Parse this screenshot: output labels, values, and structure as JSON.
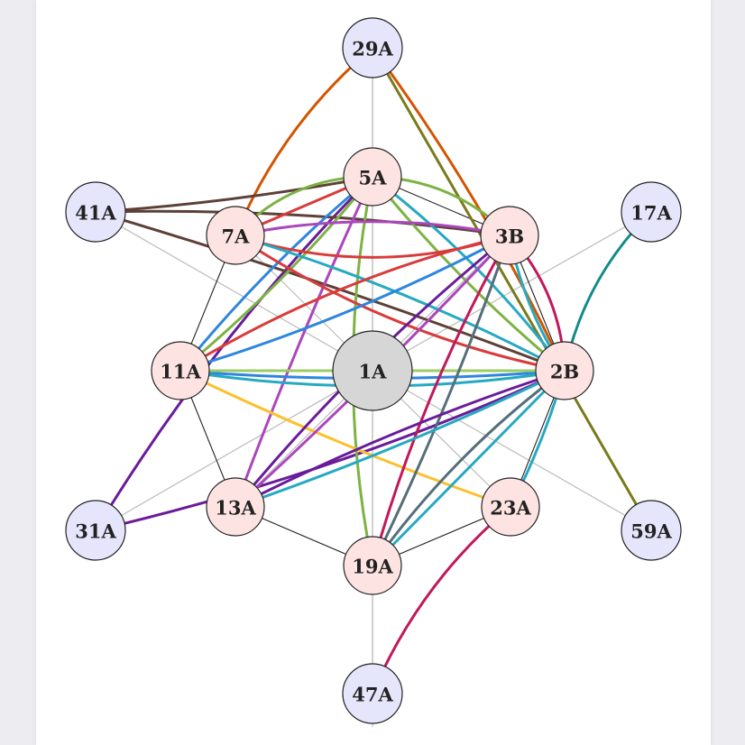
{
  "diagram": {
    "nodes": [
      {
        "id": "1A",
        "label": "1A",
        "kind": "center"
      },
      {
        "id": "29A",
        "label": "29A",
        "kind": "outer"
      },
      {
        "id": "17A",
        "label": "17A",
        "kind": "outer"
      },
      {
        "id": "59A",
        "label": "59A",
        "kind": "outer"
      },
      {
        "id": "47A",
        "label": "47A",
        "kind": "outer"
      },
      {
        "id": "31A",
        "label": "31A",
        "kind": "outer"
      },
      {
        "id": "41A",
        "label": "41A",
        "kind": "outer"
      },
      {
        "id": "5A",
        "label": "5A",
        "kind": "inner"
      },
      {
        "id": "3B",
        "label": "3B",
        "kind": "inner"
      },
      {
        "id": "2B",
        "label": "2B",
        "kind": "inner"
      },
      {
        "id": "23A",
        "label": "23A",
        "kind": "inner"
      },
      {
        "id": "19A",
        "label": "19A",
        "kind": "inner"
      },
      {
        "id": "13A",
        "label": "13A",
        "kind": "inner"
      },
      {
        "id": "11A",
        "label": "11A",
        "kind": "inner"
      },
      {
        "id": "7A",
        "label": "7A",
        "kind": "inner"
      }
    ],
    "colors": {
      "center_fill": "#d6d6d6",
      "outer_fill": "#e5e6fb",
      "inner_fill": "#fde3e2",
      "node_stroke": "#222222",
      "spoke": "#bbbbbb",
      "ring": "#222222"
    },
    "spokes": [
      [
        "1A",
        "29A"
      ],
      [
        "1A",
        "47A"
      ],
      [
        "1A",
        "41A"
      ],
      [
        "1A",
        "17A"
      ],
      [
        "1A",
        "31A"
      ],
      [
        "1A",
        "59A"
      ],
      [
        "1A",
        "11A"
      ],
      [
        "1A",
        "2B"
      ],
      [
        "1A",
        "3B"
      ],
      [
        "1A",
        "13A"
      ],
      [
        "1A",
        "23A"
      ],
      [
        "1A",
        "7A"
      ]
    ],
    "ring": [
      [
        "5A",
        "3B"
      ],
      [
        "3B",
        "2B"
      ],
      [
        "2B",
        "23A"
      ],
      [
        "23A",
        "19A"
      ],
      [
        "19A",
        "13A"
      ],
      [
        "13A",
        "11A"
      ],
      [
        "11A",
        "7A"
      ],
      [
        "7A",
        "5A"
      ]
    ],
    "edges": [
      {
        "from": "29A",
        "to": "7A",
        "color": "#d35400",
        "bend": 0.12
      },
      {
        "from": "29A",
        "to": "2B",
        "color": "#d35400",
        "bend": -0.05
      },
      {
        "from": "29A",
        "to": "59A",
        "color": "#7a7a1c",
        "bend": 0.0
      },
      {
        "from": "17A",
        "to": "2B",
        "color": "#138a8a",
        "bend": 0.15
      },
      {
        "from": "47A",
        "to": "23A",
        "color": "#c2185b",
        "bend": -0.12
      },
      {
        "from": "31A",
        "to": "5A",
        "color": "#6a1b9a",
        "bend": -0.06
      },
      {
        "from": "31A",
        "to": "2B",
        "color": "#6a1b9a",
        "bend": 0.05
      },
      {
        "from": "41A",
        "to": "5A",
        "color": "#5d4037",
        "bend": 0.03
      },
      {
        "from": "41A",
        "to": "3B",
        "color": "#5d4037",
        "bend": -0.04
      },
      {
        "from": "41A",
        "to": "2B",
        "color": "#5d4037",
        "bend": -0.02
      },
      {
        "from": "5A",
        "to": "7A",
        "color": "#7cb342",
        "bend": 0.22
      },
      {
        "from": "5A",
        "to": "3B",
        "color": "#7cb342",
        "bend": -0.2
      },
      {
        "from": "5A",
        "to": "2B",
        "color": "#7cb342",
        "bend": 0.05
      },
      {
        "from": "5A",
        "to": "19A",
        "color": "#7cb342",
        "bend": 0.1
      },
      {
        "from": "5A",
        "to": "11A",
        "color": "#7cb342",
        "bend": -0.05
      },
      {
        "from": "5A",
        "to": "13A",
        "color": "#ab47bc",
        "bend": 0.02
      },
      {
        "from": "5A",
        "to": "2B",
        "color": "#26a9c1",
        "bend": -0.07
      },
      {
        "from": "5A",
        "to": "11A",
        "color": "#2e86de",
        "bend": 0.05
      },
      {
        "from": "7A",
        "to": "3B",
        "color": "#d93b3b",
        "bend": 0.16
      },
      {
        "from": "7A",
        "to": "3B",
        "color": "#ab47bc",
        "bend": -0.1
      },
      {
        "from": "7A",
        "to": "2B",
        "color": "#d93b3b",
        "bend": 0.1
      },
      {
        "from": "7A",
        "to": "2B",
        "color": "#26a9c1",
        "bend": -0.05
      },
      {
        "from": "7A",
        "to": "5A",
        "color": "#d93b3b",
        "bend": 0.0
      },
      {
        "from": "11A",
        "to": "3B",
        "color": "#d93b3b",
        "bend": -0.08
      },
      {
        "from": "11A",
        "to": "3B",
        "color": "#2e86de",
        "bend": 0.05
      },
      {
        "from": "11A",
        "to": "2B",
        "color": "#2e86de",
        "bend": 0.04
      },
      {
        "from": "11A",
        "to": "2B",
        "color": "#26a9c1",
        "bend": 0.08
      },
      {
        "from": "11A",
        "to": "23A",
        "color": "#fbc02d",
        "bend": 0.03
      },
      {
        "from": "11A",
        "to": "2B",
        "color": "#9ccc65",
        "bend": 0.0
      },
      {
        "from": "3B",
        "to": "2B",
        "color": "#c2185b",
        "bend": -0.18
      },
      {
        "from": "3B",
        "to": "2B",
        "color": "#26a9c1",
        "bend": 0.1
      },
      {
        "from": "3B",
        "to": "13A",
        "color": "#6a1b9a",
        "bend": 0.05
      },
      {
        "from": "3B",
        "to": "13A",
        "color": "#ab47bc",
        "bend": -0.02
      },
      {
        "from": "3B",
        "to": "19A",
        "color": "#546e7a",
        "bend": -0.03
      },
      {
        "from": "3B",
        "to": "19A",
        "color": "#c2185b",
        "bend": 0.06
      },
      {
        "from": "2B",
        "to": "13A",
        "color": "#6a1b9a",
        "bend": 0.04
      },
      {
        "from": "2B",
        "to": "13A",
        "color": "#26a9c1",
        "bend": -0.03
      },
      {
        "from": "2B",
        "to": "19A",
        "color": "#546e7a",
        "bend": 0.08
      },
      {
        "from": "2B",
        "to": "19A",
        "color": "#26a9c1",
        "bend": 0.0
      },
      {
        "from": "2B",
        "to": "23A",
        "color": "#26a9c1",
        "bend": -0.05
      }
    ]
  }
}
